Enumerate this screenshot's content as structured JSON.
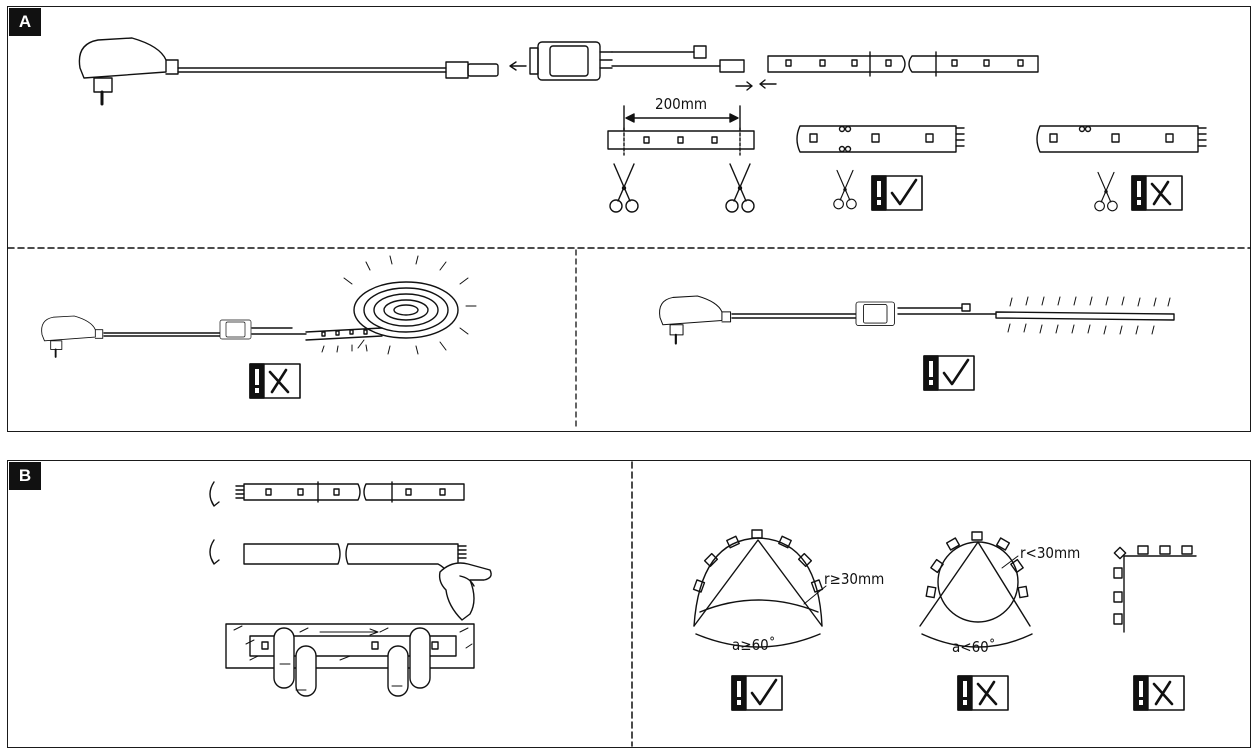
{
  "section_a": {
    "label": "A",
    "dimension": "200mm"
  },
  "section_b": {
    "label": "B",
    "radius_ok": "r≥30mm",
    "angle_ok": "a≥60˚",
    "radius_bad": "r<30mm",
    "angle_bad": "a<60˚"
  },
  "icons": {
    "ok": "warning-check-icon",
    "not_ok": "warning-cross-icon",
    "scissors": "scissors-icon",
    "adapter": "power-adapter-icon",
    "controller": "controller-box-icon",
    "led_strip": "led-strip-icon",
    "hand": "hand-icon"
  }
}
